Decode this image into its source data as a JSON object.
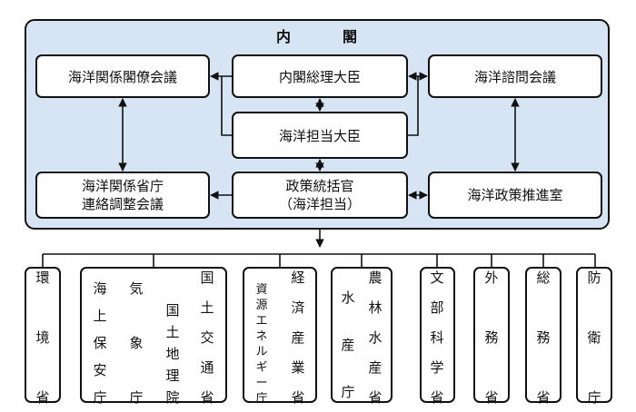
{
  "cabinet": {
    "title_left": "内",
    "title_right": "閣"
  },
  "boxes": {
    "ministerial_council": "海洋関係閣僚会議",
    "prime_minister": "内閣総理大臣",
    "advisory_council": "海洋諮問会議",
    "ocean_minister": "海洋担当大臣",
    "liaison_council_line1": "海洋関係省庁",
    "liaison_council_line2": "連絡調整会議",
    "policy_officer_line1": "政策統括官",
    "policy_officer_line2": "（海洋担当）",
    "policy_office": "海洋政策推進室"
  },
  "ministries": [
    {
      "id": "env",
      "columns": [
        "環境省"
      ]
    },
    {
      "id": "mlit",
      "columns": [
        "海上保安庁",
        "気象庁",
        "国土地理院",
        "国土交通省"
      ]
    },
    {
      "id": "meti",
      "columns": [
        "資源エネルギー庁",
        "経済産業省"
      ]
    },
    {
      "id": "maff",
      "columns": [
        "水産庁",
        "農林水産省"
      ]
    },
    {
      "id": "mext",
      "columns": [
        "文部科学省"
      ]
    },
    {
      "id": "mofa",
      "columns": [
        "外務省"
      ]
    },
    {
      "id": "mic",
      "columns": [
        "総務省"
      ]
    },
    {
      "id": "mod",
      "columns": [
        "防衛庁"
      ]
    }
  ]
}
